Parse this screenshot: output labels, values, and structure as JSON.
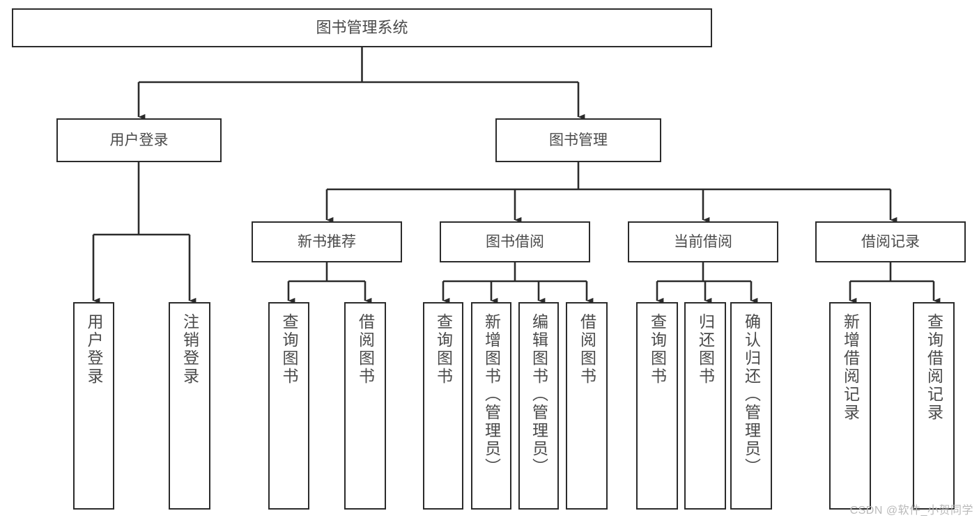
{
  "diagram": {
    "title": "图书管理系统",
    "type": "tree",
    "watermark": "CSDN @软件_小贺同学",
    "colors": {
      "box_border": "#2b2b2b",
      "box_fill": "#ffffff",
      "connector": "#2b2b2b",
      "text": "#4a4a4a",
      "watermark": "#b9b9b9",
      "background": "#ffffff"
    },
    "levels": {
      "root": "图书管理系统",
      "level2": [
        "用户登录",
        "图书管理"
      ],
      "level3": [
        "新书推荐",
        "图书借阅",
        "当前借阅",
        "借阅记录"
      ]
    },
    "nodes": {
      "root": {
        "label": "图书管理系统"
      },
      "user_login": {
        "label": "用户登录"
      },
      "book_manage": {
        "label": "图书管理"
      },
      "new_book_rec": {
        "label": "新书推荐"
      },
      "book_borrow": {
        "label": "图书借阅"
      },
      "current_borrow": {
        "label": "当前借阅"
      },
      "borrow_record": {
        "label": "借阅记录"
      }
    },
    "leaves": {
      "user_login": [
        {
          "label": "用户登录"
        },
        {
          "label": "注销登录"
        }
      ],
      "new_book_rec": [
        {
          "label": "查询图书"
        },
        {
          "label": "借阅图书"
        }
      ],
      "book_borrow": [
        {
          "label": "查询图书"
        },
        {
          "label": "新增图书（管理员）"
        },
        {
          "label": "编辑图书（管理员）"
        },
        {
          "label": "借阅图书"
        }
      ],
      "current_borrow": [
        {
          "label": "查询图书"
        },
        {
          "label": "归还图书"
        },
        {
          "label": "确认归还（管理员）"
        }
      ],
      "borrow_record": [
        {
          "label": "新增借阅记录"
        },
        {
          "label": "查询借阅记录"
        }
      ]
    }
  }
}
